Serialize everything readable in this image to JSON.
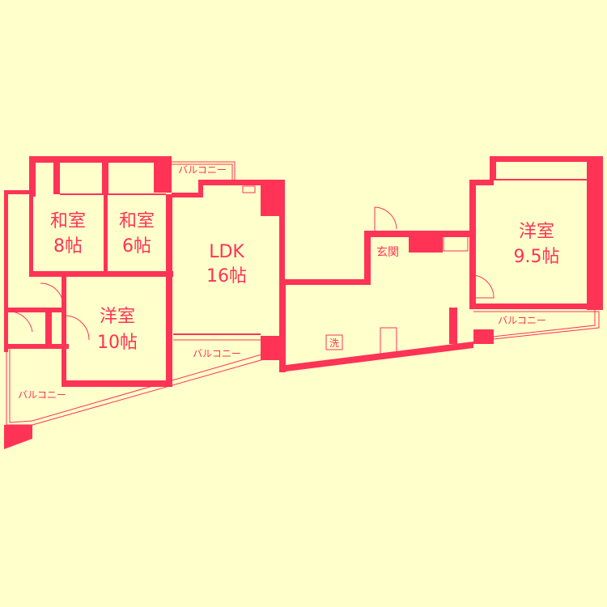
{
  "colors": {
    "background": "#ffffcc",
    "walls": "#ff3355"
  },
  "rooms": {
    "washitsu8": {
      "name": "和室",
      "size": "8帖"
    },
    "washitsu6": {
      "name": "和室",
      "size": "6帖"
    },
    "ldk": {
      "name": "LDK",
      "size": "16帖"
    },
    "yoshitsu10": {
      "name": "洋室",
      "size": "10帖"
    },
    "yoshitsu95": {
      "name": "洋室",
      "size": "9.5帖"
    },
    "genkan": {
      "name": "玄関"
    },
    "washer": {
      "name": "洗"
    }
  },
  "balconies": {
    "top": "バルコニー",
    "ldk": "バルコニー",
    "left": "バルコニー",
    "right": "バルコニー"
  }
}
